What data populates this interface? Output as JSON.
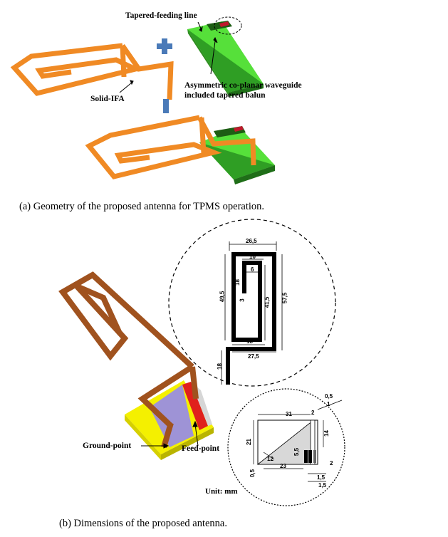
{
  "part_a": {
    "labels": {
      "tapered_feeding_line": "Tapered-feeding line",
      "asymmetric_cpw_line1": "Asymmetric co-planar waveguide",
      "asymmetric_cpw_line2": "included tapered balun",
      "solid_ifa": "Solid-IFA"
    },
    "caption": "(a) Geometry of the proposed antenna for TPMS operation."
  },
  "part_b": {
    "labels": {
      "ground_point": "Ground-point",
      "feed_point": "Feed-point",
      "unit": "Unit: mm"
    },
    "top_dims": {
      "d26_5": "26,5",
      "d10": "10",
      "d6": "6",
      "d18a": "18",
      "d3": "3",
      "d49_5": "49,5",
      "d41_5": "41,5",
      "d57_5": "57,5",
      "d18b": "18",
      "d27_5": "27,5",
      "d18c": "18"
    },
    "bottom_dims": {
      "d0_5a": "0,5",
      "d1": "1",
      "d31": "31",
      "d2a": "2",
      "d14": "14",
      "d21": "21",
      "d12": "12",
      "d5_5": "5,5",
      "d23": "23",
      "d2b": "2",
      "d1_5a": "1,5",
      "d1_5b": "1,5",
      "d0_5b": "0,5"
    },
    "caption": "(b) Dimensions of the proposed antenna."
  },
  "colors": {
    "ifa_orange": "#f08a24",
    "ifa_brown": "#a0521e",
    "board_green": "#56e03a",
    "board_dark_green": "#2f9e24",
    "ground_yellow": "#f4f000",
    "ground_purple": "#9e93d6",
    "feed_red": "#e0201c",
    "plus_blue": "#4a7ab8"
  }
}
